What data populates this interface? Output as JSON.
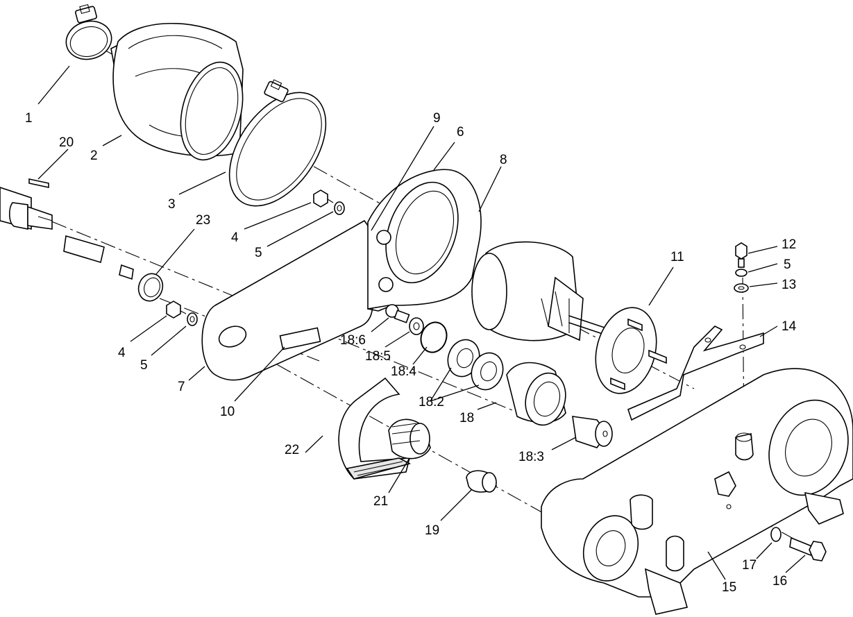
{
  "diagram": {
    "callouts": [
      {
        "id": "c1",
        "text": "1"
      },
      {
        "id": "c2",
        "text": "2"
      },
      {
        "id": "c3",
        "text": "3"
      },
      {
        "id": "c4a",
        "text": "4"
      },
      {
        "id": "c4b",
        "text": "4"
      },
      {
        "id": "c5a",
        "text": "5"
      },
      {
        "id": "c5b",
        "text": "5"
      },
      {
        "id": "c5c",
        "text": "5"
      },
      {
        "id": "c6",
        "text": "6"
      },
      {
        "id": "c7",
        "text": "7"
      },
      {
        "id": "c8",
        "text": "8"
      },
      {
        "id": "c9",
        "text": "9"
      },
      {
        "id": "c10",
        "text": "10"
      },
      {
        "id": "c11",
        "text": "11"
      },
      {
        "id": "c12",
        "text": "12"
      },
      {
        "id": "c13",
        "text": "13"
      },
      {
        "id": "c14",
        "text": "14"
      },
      {
        "id": "c15",
        "text": "15"
      },
      {
        "id": "c16",
        "text": "16"
      },
      {
        "id": "c17",
        "text": "17"
      },
      {
        "id": "c18",
        "text": "18"
      },
      {
        "id": "c18_2",
        "text": "18:2"
      },
      {
        "id": "c18_3",
        "text": "18:3"
      },
      {
        "id": "c18_4",
        "text": "18:4"
      },
      {
        "id": "c18_5",
        "text": "18:5"
      },
      {
        "id": "c18_6",
        "text": "18:6"
      },
      {
        "id": "c19",
        "text": "19"
      },
      {
        "id": "c20",
        "text": "20"
      },
      {
        "id": "c21",
        "text": "21"
      },
      {
        "id": "c22",
        "text": "22"
      },
      {
        "id": "c23",
        "text": "23"
      }
    ]
  }
}
